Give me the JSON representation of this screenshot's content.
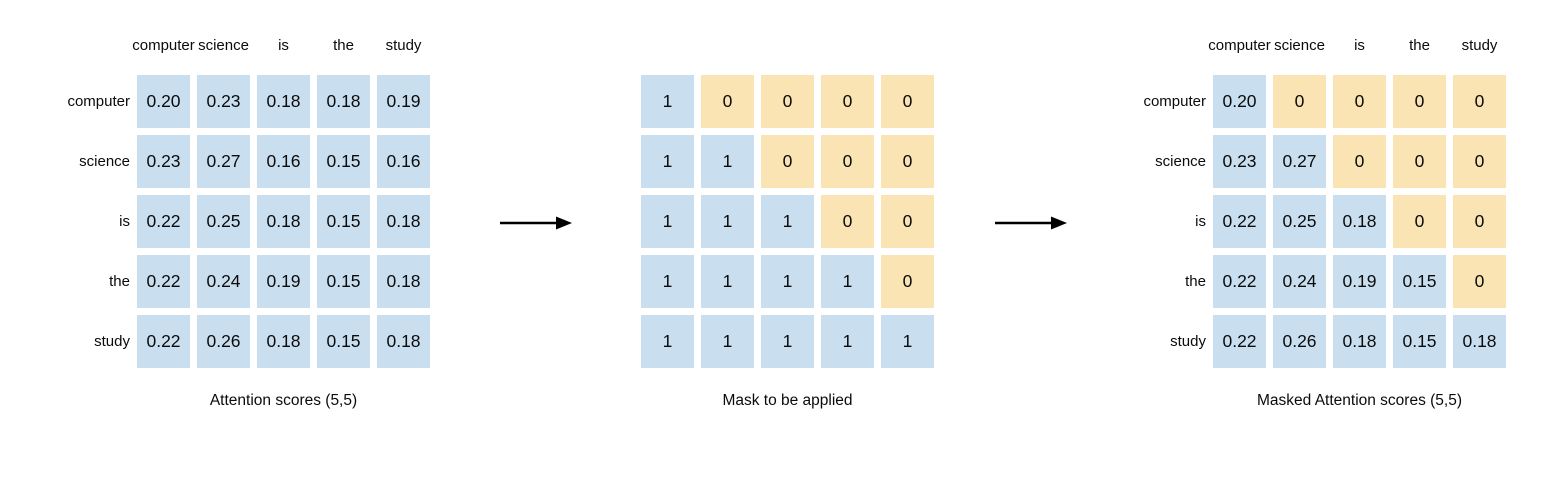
{
  "palette": {
    "cell_blue": "#c9dff0",
    "cell_orange": "#fbe4b4",
    "text": "#0b0b0b",
    "arrow": "#000000",
    "background": "#ffffff"
  },
  "tokens": [
    "computer",
    "science",
    "is",
    "the",
    "study"
  ],
  "panels": {
    "attention": {
      "caption": "Attention scores (5,5)",
      "col_headers": [
        "computer",
        "science",
        "is",
        "the",
        "study"
      ],
      "row_labels": [
        "computer",
        "science",
        "is",
        "the",
        "study"
      ],
      "rows": [
        [
          "0.20",
          "0.23",
          "0.18",
          "0.18",
          "0.19"
        ],
        [
          "0.23",
          "0.27",
          "0.16",
          "0.15",
          "0.16"
        ],
        [
          "0.22",
          "0.25",
          "0.18",
          "0.15",
          "0.18"
        ],
        [
          "0.22",
          "0.24",
          "0.19",
          "0.15",
          "0.18"
        ],
        [
          "0.22",
          "0.26",
          "0.18",
          "0.15",
          "0.18"
        ]
      ]
    },
    "mask": {
      "caption": "Mask to be applied",
      "rows": [
        [
          "1",
          "0",
          "0",
          "0",
          "0"
        ],
        [
          "1",
          "1",
          "0",
          "0",
          "0"
        ],
        [
          "1",
          "1",
          "1",
          "0",
          "0"
        ],
        [
          "1",
          "1",
          "1",
          "1",
          "0"
        ],
        [
          "1",
          "1",
          "1",
          "1",
          "1"
        ]
      ]
    },
    "masked": {
      "caption": "Masked Attention scores (5,5)",
      "col_headers": [
        "computer",
        "science",
        "is",
        "the",
        "study"
      ],
      "row_labels": [
        "computer",
        "science",
        "is",
        "the",
        "study"
      ],
      "rows": [
        [
          "0.20",
          "0",
          "0",
          "0",
          "0"
        ],
        [
          "0.23",
          "0.27",
          "0",
          "0",
          "0"
        ],
        [
          "0.22",
          "0.25",
          "0.18",
          "0",
          "0"
        ],
        [
          "0.22",
          "0.24",
          "0.19",
          "0.15",
          "0"
        ],
        [
          "0.22",
          "0.26",
          "0.18",
          "0.15",
          "0.18"
        ]
      ]
    }
  },
  "icons": {
    "arrow_right": "→"
  }
}
